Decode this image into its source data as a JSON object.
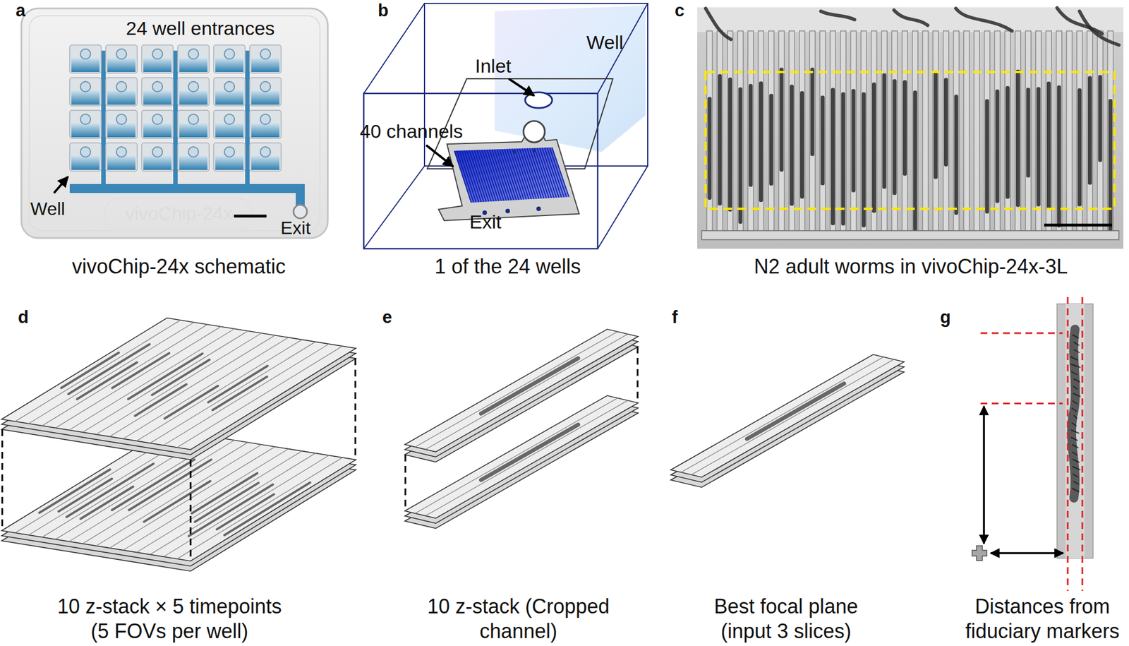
{
  "diagram": {
    "labels": [
      "a",
      "24 well entrances",
      "Well",
      "Exit",
      "vivoChip-24x",
      "vivoChip-24x schematic",
      "b",
      "Well",
      "Inlet",
      "40 channels",
      "Exit",
      "1 of the 24 wells",
      "c",
      "N2 adult worms in vivoChip-24x-3L",
      "d",
      "10 z-stack × 5 timepoints (5 FOVs per well)",
      "e",
      "10 z-stack (Cropped channel)",
      "f",
      "Best focal plane (input 3 slices)",
      "g",
      "Distances from fiduciary markers"
    ]
  }
}
